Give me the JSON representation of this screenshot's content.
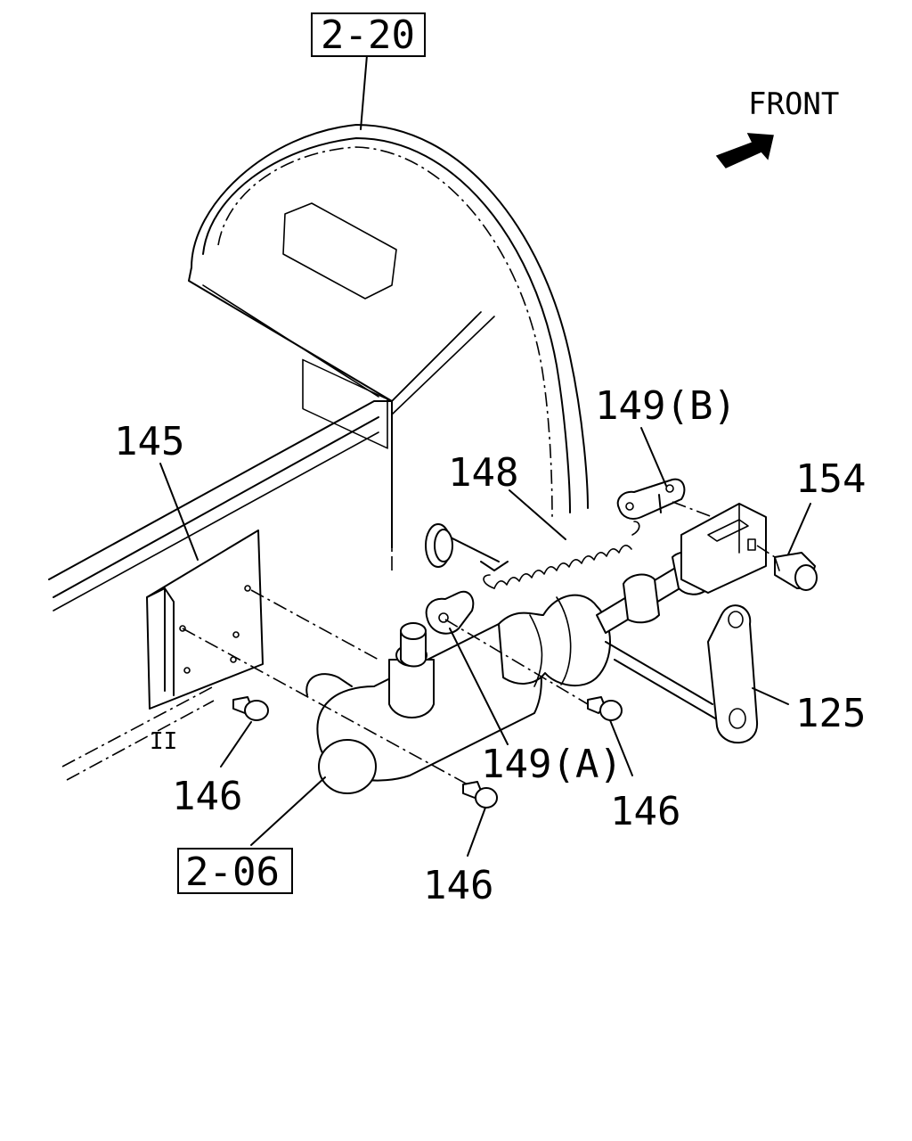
{
  "direction": {
    "label": "FRONT",
    "icon": "front-arrow-icon"
  },
  "references": {
    "ref_top": "2-20",
    "ref_bottom": "2-06"
  },
  "parts": {
    "p145": "145",
    "p148": "148",
    "p149b": "149(B)",
    "p154": "154",
    "p125": "125",
    "p149a": "149(A)",
    "p146_left": "146",
    "p146_right": "146",
    "p146_bottom": "146"
  },
  "misc": {
    "tick_mark": "II"
  }
}
